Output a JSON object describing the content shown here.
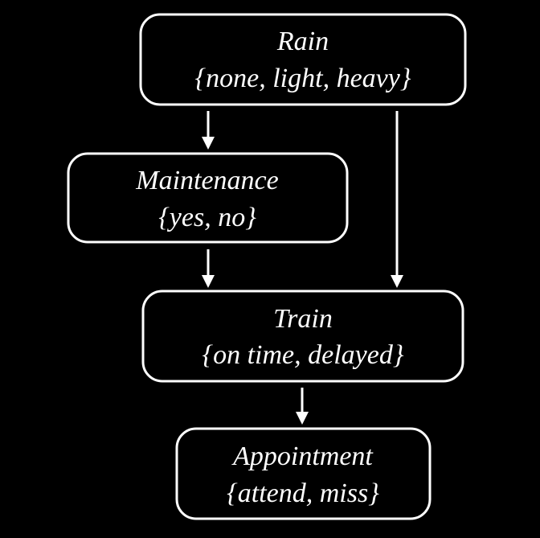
{
  "nodes": {
    "rain": {
      "name": "Rain",
      "values": "{none, light, heavy}"
    },
    "maintenance": {
      "name": "Maintenance",
      "values": "{yes, no}"
    },
    "train": {
      "name": "Train",
      "values": "{on time, delayed}"
    },
    "appointment": {
      "name": "Appointment",
      "values": "{attend, miss}"
    }
  },
  "edges": [
    {
      "from": "rain",
      "to": "maintenance"
    },
    {
      "from": "rain",
      "to": "train"
    },
    {
      "from": "maintenance",
      "to": "train"
    },
    {
      "from": "train",
      "to": "appointment"
    }
  ],
  "colors": {
    "background": "#000000",
    "stroke": "#ffffff",
    "text": "#ffffff"
  }
}
